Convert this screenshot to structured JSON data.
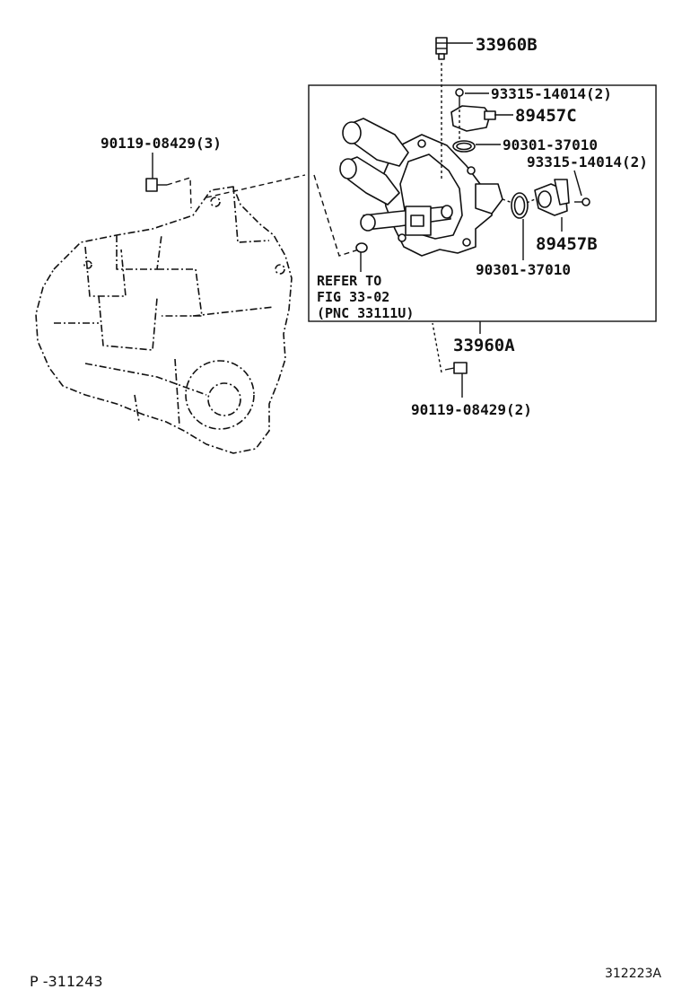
{
  "labels": {
    "part_33960B": "33960B",
    "bolt_top_93315": "93315-14014(2)",
    "sensor_89457C": "89457C",
    "oring_top_90301": "90301-37010",
    "bolt_right_93315": "93315-14014(2)",
    "bolt_left_90119": "90119-08429(3)",
    "sensor_89457B": "89457B",
    "oring_bottom_90301": "90301-37010",
    "refer_line1": "REFER TO",
    "refer_line2": "FIG 33-02",
    "refer_line3": "(PNC 33111U)",
    "assembly_33960A": "33960A",
    "bolt_bottom_90119": "90119-08429(2)"
  },
  "footer": {
    "page_ref": "P -311243",
    "figure_code": "312223A"
  }
}
